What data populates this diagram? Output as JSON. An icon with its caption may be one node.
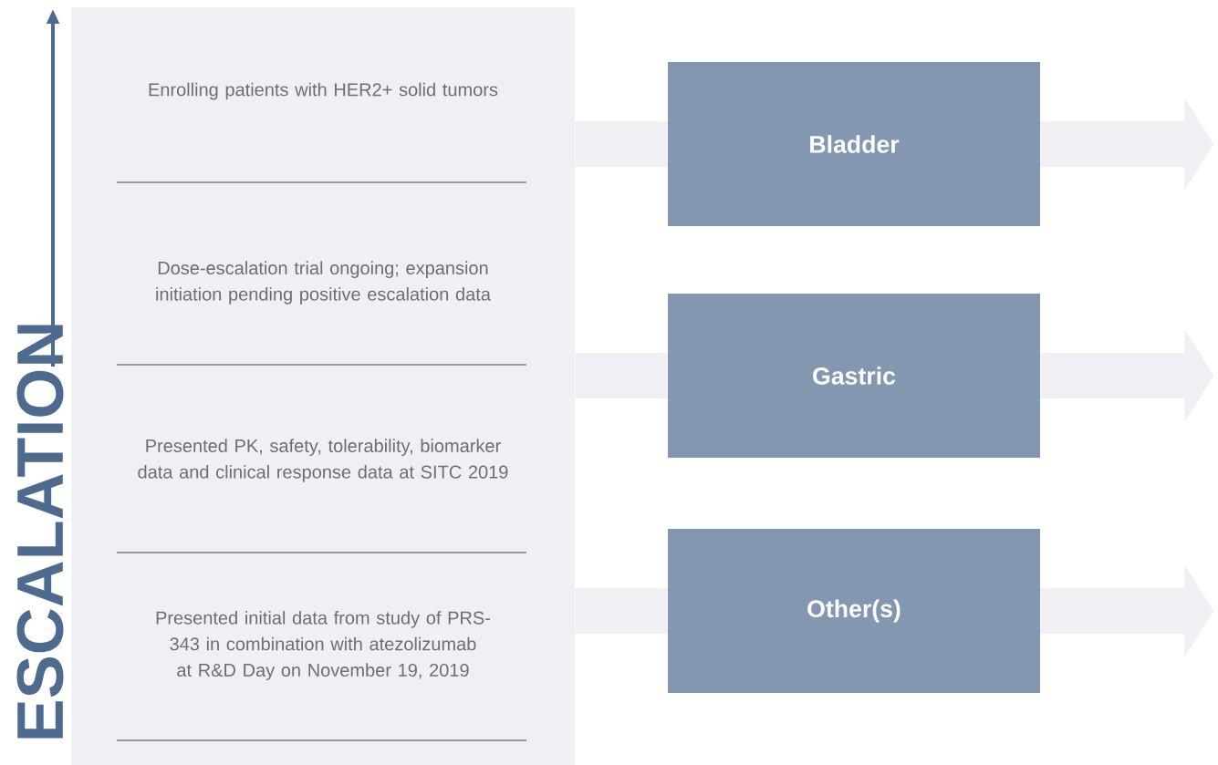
{
  "diagram": {
    "nodes": [
      {
        "text": [
          "Enrolling patients with HER2+ solid tumors",
          "Dose-escalation trial ongoing; expansion initiation pending positive escalation data",
          "Presented PK, safety, tolerability, biomarker data and clinical response data at SITC 2019",
          "Presented initial data from study of PRS-343 in combination with atezolizumab at R&D Day on November 19, 2019"
        ]
      },
      {
        "text": [
          "Bladder"
        ]
      },
      {
        "text": [
          "Gastric"
        ]
      },
      {
        "text": [
          "Other(s)"
        ]
      }
    ],
    "edges": [
      {
        "from": 0,
        "to": 1,
        "arrow": "none"
      },
      {
        "from": 1,
        "to": null,
        "arrow": "to"
      },
      {
        "from": 0,
        "to": 2,
        "arrow": "none"
      },
      {
        "from": 2,
        "to": null,
        "arrow": "to"
      },
      {
        "from": 0,
        "to": 3,
        "arrow": "none"
      },
      {
        "from": 3,
        "to": null,
        "arrow": "to"
      }
    ],
    "labels": [
      "ESCALATION"
    ]
  }
}
